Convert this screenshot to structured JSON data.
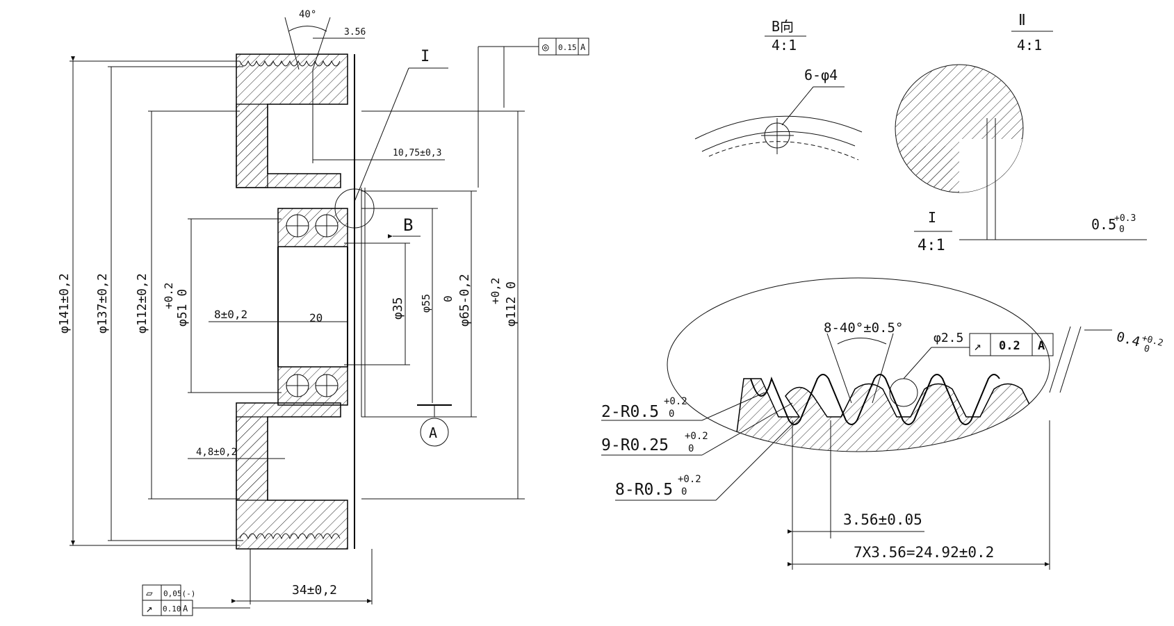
{
  "colors": {
    "line": "#111111",
    "background": "#ffffff"
  },
  "left_view": {
    "dims": {
      "d141": "φ141±0,2",
      "d137": "φ137±0,2",
      "d112a": "φ112±0,2",
      "d51": "φ51 0",
      "d51_tol": "+0.2",
      "w8": "8±0,2",
      "w20": "20",
      "d35": "φ35",
      "d55": "φ55",
      "d65": "φ65-0,2",
      "d65_tol": "0",
      "d112b": "φ112 0",
      "d112b_tol": "+0,2",
      "d4_8": "4,8±0,2",
      "w34": "34±0,2",
      "off": "10,75±0,3",
      "angle": "40°",
      "pitch": "3.56",
      "section": "B",
      "detail": "I",
      "datum": "A"
    },
    "fcf_top": {
      "symbol": "◎",
      "value": "0.15",
      "datum": "A"
    },
    "fcf_bottom1": {
      "symbol": "▱",
      "value": "0,05(-)"
    },
    "fcf_bottom2": {
      "symbol": "↗",
      "value": "0.10",
      "datum": "A"
    }
  },
  "view_b": {
    "title": "B向",
    "scale": "4:1",
    "holes": "6-φ4"
  },
  "view_ii": {
    "title": "Ⅱ",
    "scale": "4:1",
    "dim": "0.5",
    "tol_up": "+0.3",
    "tol_low": "0"
  },
  "view_i": {
    "title": "I",
    "scale": "4:1",
    "groove_angle": "8-40°±0.5°",
    "ball": "φ2.5",
    "fcf": {
      "symbol": "↗",
      "value": "0.2",
      "datum": "A"
    },
    "r1": "2-R0.5",
    "r2": "9-R0.25",
    "r3": "8-R0.5",
    "r_tol_up": "+0.2",
    "r_tol_low": "0",
    "chamfer": "0.4",
    "chamfer_tol_up": "+0.2",
    "chamfer_tol_low": "0",
    "pitch": "3.56±0.05",
    "total": "7X3.56=24.92±0.2"
  }
}
